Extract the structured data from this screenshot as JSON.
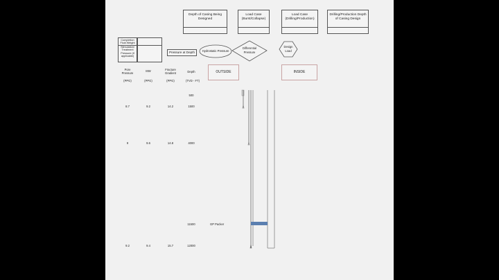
{
  "headers": {
    "depth_casing": "Depth of Casing Being Designed",
    "load_case_burst": "Load Case (Burst/Collapse)",
    "load_case_drilling": "Load Case (Drilling/Production)",
    "drilling_depth": "Drilling/Production Depth of Casing Design"
  },
  "left_box": {
    "completion_fluid": "Completion Fluid Weight",
    "stimulation": "Stimulation/ Treatment Pressure (if applicable)"
  },
  "pressure_at_depth": "Pressure at Depth",
  "hydrostatic": "Hydrostatic Pressure",
  "differential": "Differential Pressure",
  "design_load": "Design Load",
  "outside": "OUTSIDE",
  "inside": "INSIDE",
  "columns": {
    "pore_pressure": "Pore Pressure",
    "mw": "MW",
    "fracture_gradient": "Fracture Gradient",
    "depth": "Depth"
  },
  "units": {
    "pore": "(PPG)",
    "mw": "(PPG)",
    "fg": "(PPG)",
    "depth": "(TVD - FT)"
  },
  "rows": [
    {
      "pore": "",
      "mw": "",
      "fg": "",
      "depth": "500"
    },
    {
      "pore": "8.7",
      "mw": "9.2",
      "fg": "14.2",
      "depth": "1500"
    },
    {
      "pore": "9",
      "mw": "9.6",
      "fg": "14.8",
      "depth": "4000"
    },
    {
      "pore": "",
      "mw": "",
      "fg": "",
      "depth": "11500"
    },
    {
      "pore": "9.2",
      "mw": "9.4",
      "fg": "15.7",
      "depth": "12000"
    }
  ],
  "packer_label": "GP Packer",
  "packer_color": "#5b7fb0"
}
